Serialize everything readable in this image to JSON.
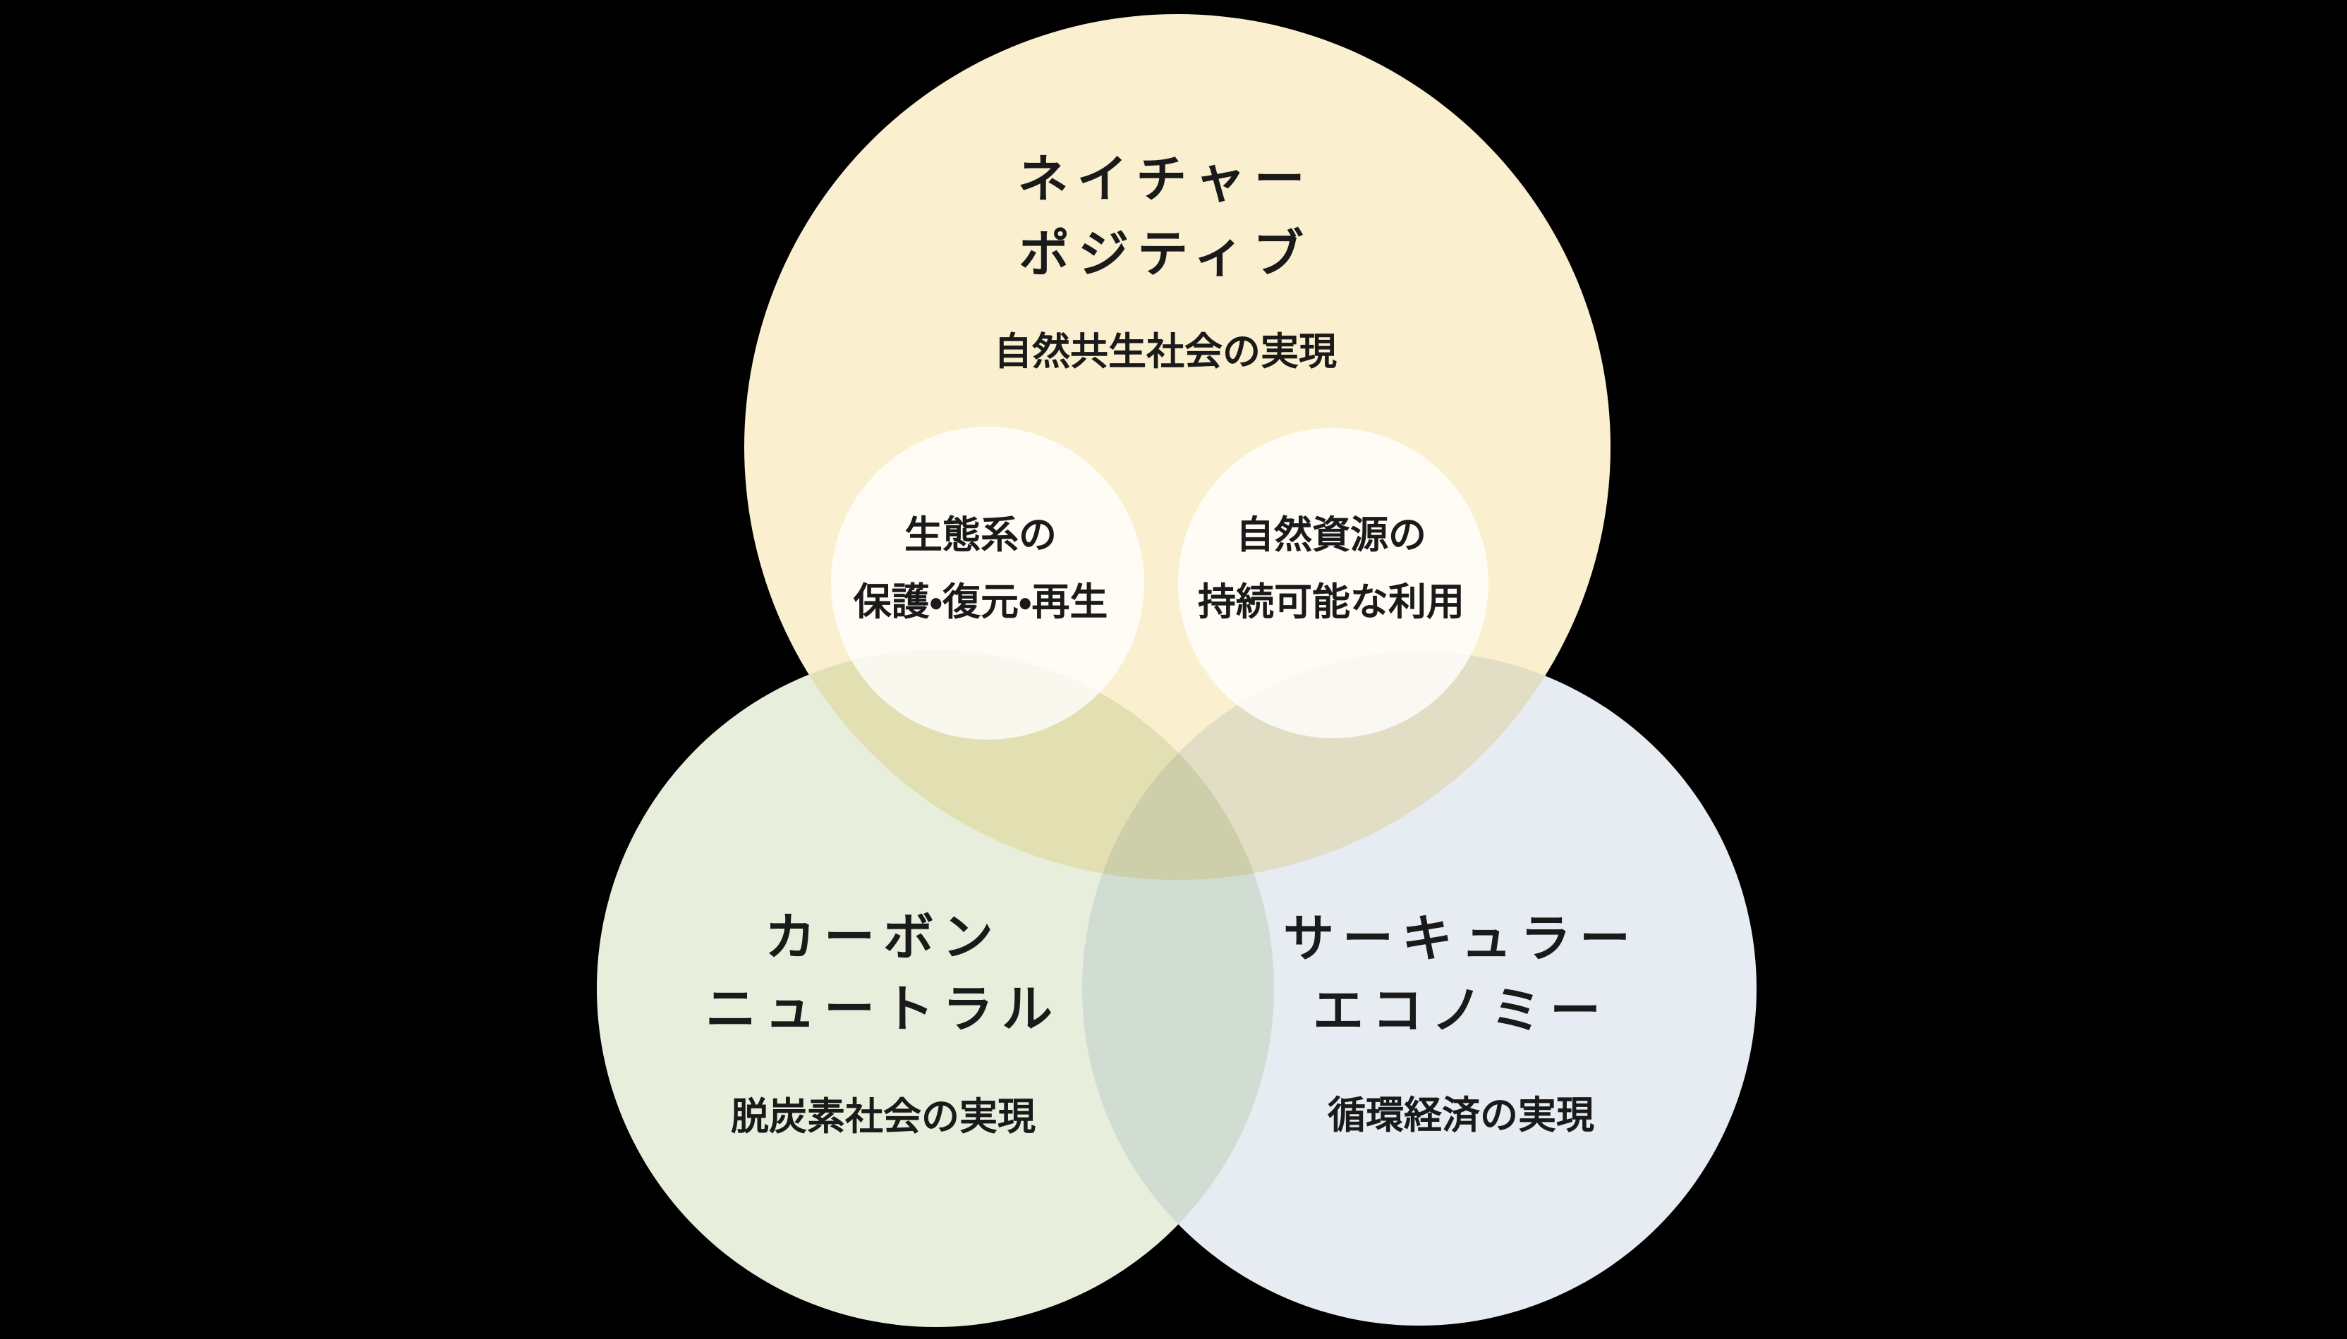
{
  "colors": {
    "background": "#000000",
    "text": "#1a1a1a",
    "nature_circle": "#FAF0CF",
    "carbon_circle": "#E7EFDC",
    "circular_circle": "#E7EBF2",
    "overlap_nature_carbon": "#E2E0B2",
    "overlap_nature_circular": "#E2DDC5",
    "overlap_carbon_circular": "#D1DCD2",
    "overlap_center": "#CDCFAA",
    "inner_circle": "rgba(255,255,255,0.78)"
  },
  "venn": {
    "nature_positive": {
      "title_line1": "ネイチャー",
      "title_line2": "ポジティブ",
      "subtitle": "自然共生社会の実現"
    },
    "ecosystem": {
      "line1": "生態系の",
      "line2": "保護・復元・再生"
    },
    "natural_resources": {
      "line1": "自然資源の",
      "line2": "持続可能な利用"
    },
    "carbon_neutral": {
      "title_line1": "カーボン",
      "title_line2": "ニュートラル",
      "subtitle": "脱炭素社会の実現"
    },
    "circular_economy": {
      "title_line1": "サーキュラー",
      "title_line2": "エコノミー",
      "subtitle": "循環経済の実現"
    }
  }
}
